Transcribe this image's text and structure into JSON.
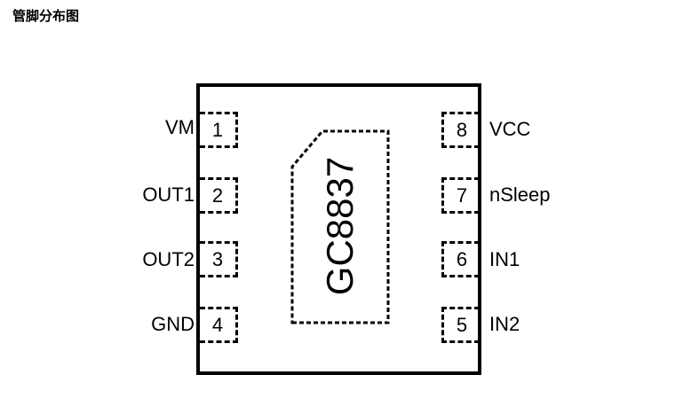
{
  "title": "管脚分布图",
  "part_number": "GC8837",
  "pins_left": [
    {
      "number": "1",
      "name": "VM"
    },
    {
      "number": "2",
      "name": "OUT1"
    },
    {
      "number": "3",
      "name": "OUT2"
    },
    {
      "number": "4",
      "name": "GND"
    }
  ],
  "pins_right": [
    {
      "number": "8",
      "name": "VCC"
    },
    {
      "number": "7",
      "name": "nSleep"
    },
    {
      "number": "6",
      "name": "IN1"
    },
    {
      "number": "5",
      "name": "IN2"
    }
  ],
  "colors": {
    "line": "#000000",
    "background": "#ffffff"
  }
}
